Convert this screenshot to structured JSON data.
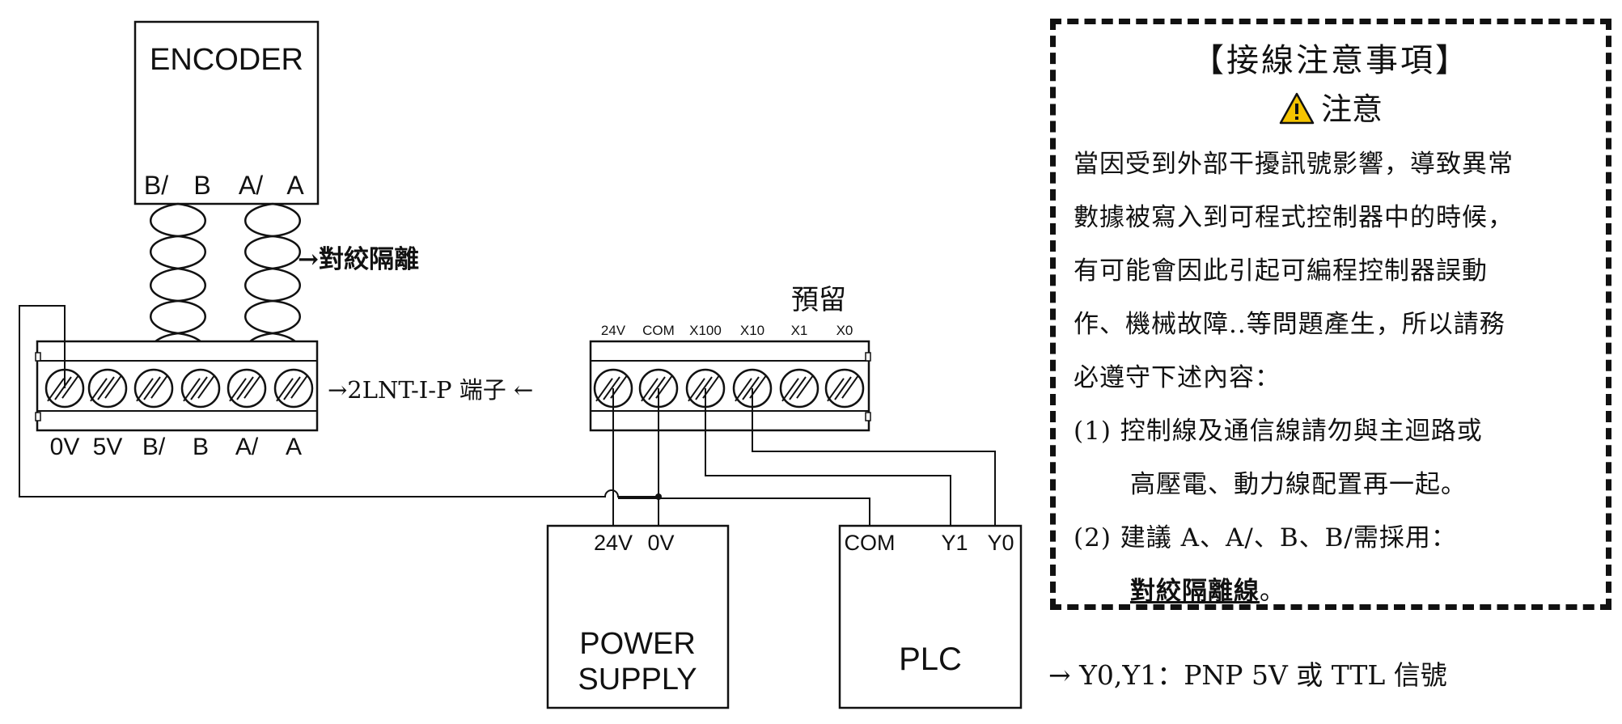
{
  "encoder": {
    "title": "ENCODER",
    "pins": [
      "B/",
      "B",
      "A/",
      "A"
    ]
  },
  "twisted_pair_label": "→對絞隔離",
  "left_terminal": {
    "bottom_labels": [
      "0V",
      "5V",
      "B/",
      "B",
      "A/",
      "A"
    ]
  },
  "center_label": "→2LNT-I-P 端子 ←",
  "right_terminal": {
    "reserved_label": "預留",
    "top_labels": [
      "24V",
      "COM",
      "X100",
      "X10",
      "X1",
      "X0"
    ]
  },
  "power_supply": {
    "pins": [
      "24V",
      "0V"
    ],
    "name_line1": "POWER",
    "name_line2": "SUPPLY"
  },
  "plc": {
    "pins": [
      "COM",
      "Y1",
      "Y0"
    ],
    "name": "PLC"
  },
  "signal_note": "→ Y0,Y1：PNP 5V 或 TTL 信號",
  "notice": {
    "title": "【接線注意事項】",
    "caution": "注意",
    "para_lines": [
      "當因受到外部干擾訊號影響，導致異常",
      "數據被寫入到可程式控制器中的時候，",
      "有可能會因此引起可編程控制器誤動",
      "作、機械故障..等問題產生，所以請務",
      "必遵守下述內容："
    ],
    "item1_line1": "(1) 控制線及通信線請勿與主迴路或",
    "item1_line2": "高壓電、動力線配置再一起。",
    "item2_line1": "(2) 建議 A、A/、B、B/需採用：",
    "item2_emphasis": "對絞隔離線",
    "item2_end": "。"
  },
  "colors": {
    "line": "#111111",
    "warning_yellow": "#f5c400"
  }
}
